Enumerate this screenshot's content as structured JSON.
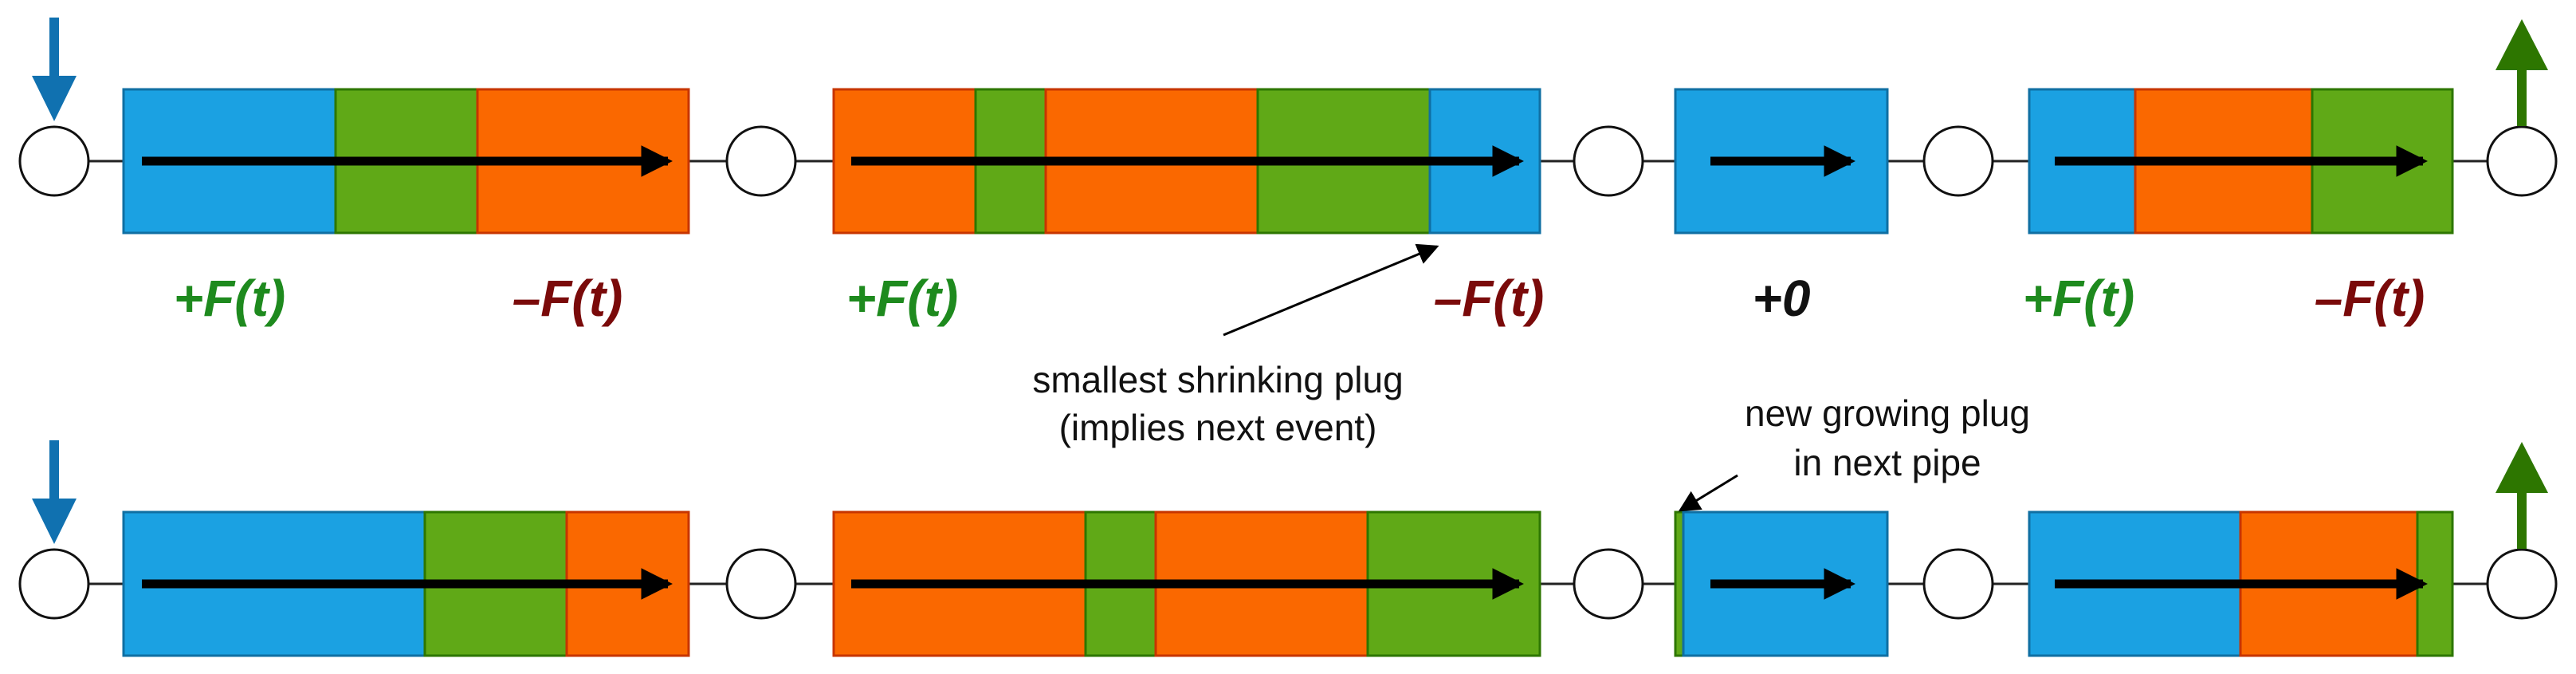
{
  "colors": {
    "blue": "#1ba1e2",
    "blue_stroke": "#0f6fa3",
    "green": "#60a917",
    "green_stroke": "#2d7600",
    "orange": "#fa6800",
    "orange_stroke": "#c73500",
    "inflow_arrow": "#1071b0",
    "outflow_arrow": "#2d7600",
    "plus_label": "#1e8a1e",
    "minus_label": "#7a0a0a"
  },
  "top_labels": [
    {
      "text": "+F(t)",
      "kind": "plus"
    },
    {
      "text": "–F(t)",
      "kind": "minus"
    },
    {
      "text": "+F(t)",
      "kind": "plus"
    },
    {
      "text": "–F(t)",
      "kind": "minus"
    },
    {
      "text": "+0",
      "kind": "zero"
    },
    {
      "text": "+F(t)",
      "kind": "plus"
    },
    {
      "text": "–F(t)",
      "kind": "minus"
    }
  ],
  "annotations": {
    "shrinking_line1": "smallest shrinking plug",
    "shrinking_line2": "(implies next event)",
    "growing_line1": "new growing plug",
    "growing_line2": "in next pipe"
  },
  "pipes_top": [
    {
      "plugs": [
        "blue",
        "green",
        "orange"
      ]
    },
    {
      "plugs": [
        "orange",
        "green",
        "orange",
        "green",
        "blue"
      ]
    },
    {
      "plugs": [
        "blue"
      ]
    },
    {
      "plugs": [
        "blue",
        "orange",
        "green"
      ]
    }
  ],
  "pipes_bottom": [
    {
      "plugs": [
        "blue",
        "green",
        "orange"
      ]
    },
    {
      "plugs": [
        "orange",
        "green",
        "orange",
        "green"
      ]
    },
    {
      "plugs": [
        "green",
        "blue"
      ]
    },
    {
      "plugs": [
        "blue",
        "orange",
        "green"
      ]
    }
  ],
  "icons": {
    "inflow": "down-arrow-icon",
    "outflow": "up-arrow-icon",
    "node": "node-circle-icon"
  }
}
